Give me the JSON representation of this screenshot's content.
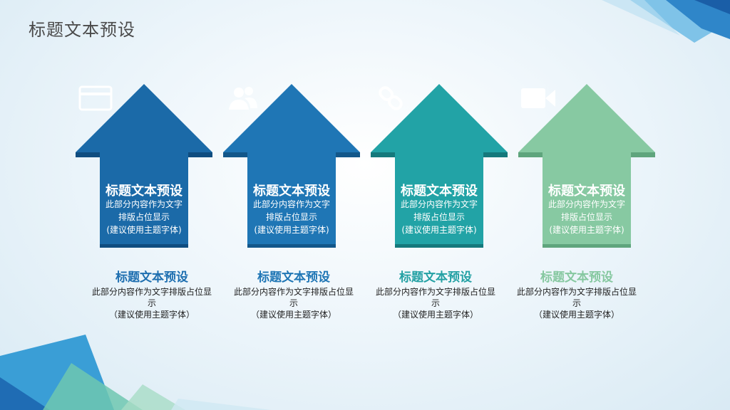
{
  "slide": {
    "title": "标题文本预设"
  },
  "colors": {
    "arrow1": "#1b6aa8",
    "arrow2": "#1f76b5",
    "arrow3": "#22a3a6",
    "arrow4": "#87c9a2",
    "caption1": "#1e6fb0",
    "caption2": "#1f76b5",
    "caption3": "#24a1a4",
    "caption4": "#86c8a0"
  },
  "arrows": [
    {
      "icon": "credit-card-icon",
      "title": "标题文本预设",
      "desc": [
        "此部分内容作为文字",
        "排版占位显示",
        "(建议使用主题字体)"
      ]
    },
    {
      "icon": "users-icon",
      "title": "标题文本预设",
      "desc": [
        "此部分内容作为文字",
        "排版占位显示",
        "(建议使用主题字体)"
      ]
    },
    {
      "icon": "link-icon",
      "title": "标题文本预设",
      "desc": [
        "此部分内容作为文字",
        "排版占位显示",
        "(建议使用主题字体)"
      ]
    },
    {
      "icon": "video-camera-icon",
      "title": "标题文本预设",
      "desc": [
        "此部分内容作为文字",
        "排版占位显示",
        "(建议使用主题字体)"
      ]
    }
  ],
  "captions": [
    {
      "title": "标题文本预设",
      "desc": [
        "此部分内容作为文字排版占位显",
        "示",
        "（建议使用主题字体）"
      ]
    },
    {
      "title": "标题文本预设",
      "desc": [
        "此部分内容作为文字排版占位显",
        "示",
        "（建议使用主题字体）"
      ]
    },
    {
      "title": "标题文本预设",
      "desc": [
        "此部分内容作为文字排版占位显",
        "示",
        "（建议使用主题字体）"
      ]
    },
    {
      "title": "标题文本预设",
      "desc": [
        "此部分内容作为文字排版占位显",
        "示",
        "（建议使用主题字体）"
      ]
    }
  ]
}
